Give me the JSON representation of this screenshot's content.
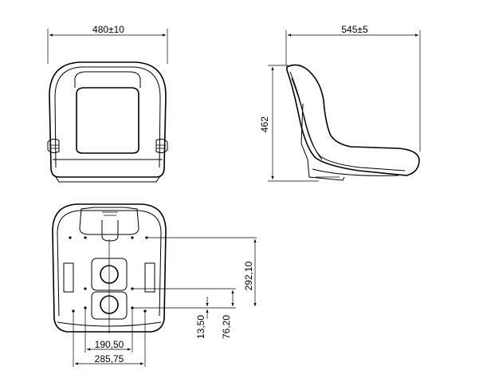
{
  "dimensions": {
    "front_width": "480±10",
    "side_depth": "545±5",
    "side_height": "462",
    "bottom_vertical": "292,10",
    "bottom_small": "13,50",
    "bottom_mid": "76,20",
    "bottom_inner_width": "190,50",
    "bottom_outer_width": "285,75"
  }
}
